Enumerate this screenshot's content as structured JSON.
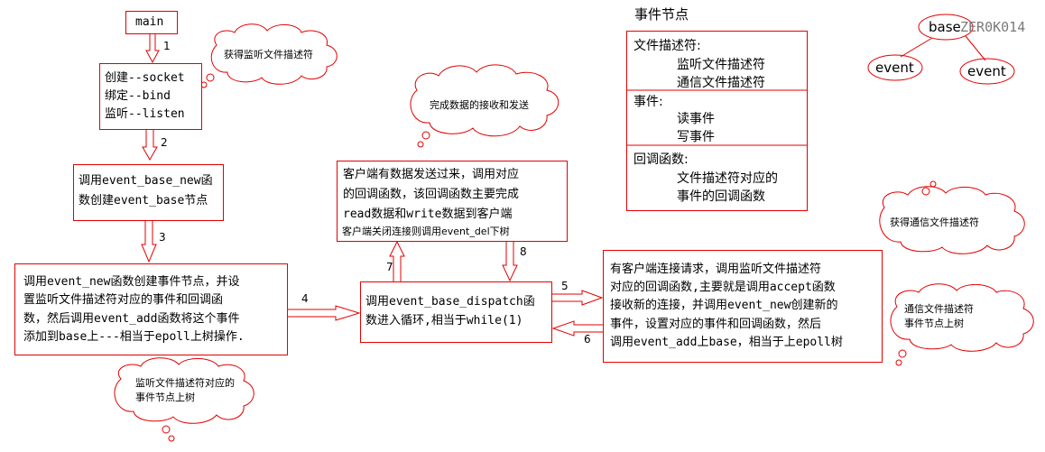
{
  "colors": {
    "stroke": "#e30000",
    "text": "#000000",
    "watermark": "#7a7a7a"
  },
  "main_box": "main",
  "socket_box": [
    "创建--socket",
    "绑定--bind",
    "监听--listen"
  ],
  "base_new_box": [
    "调用event_base_new函",
    "数创建event_base节点"
  ],
  "event_new_box": [
    "调用event_new函数创建事件节点，并设",
    "置监听文件描述符对应的事件和回调函",
    "数，然后调用event_add函数将这个事件",
    "添加到base上---相当于epoll上树操作."
  ],
  "dispatch_box": [
    "调用event_base_dispatch函",
    "数进入循环,相当于while(1)"
  ],
  "client_data_box": [
    "客户端有数据发送过来，调用对应",
    "的回调函数，该回调函数主要完成",
    "read数据和write数据到客户端"
  ],
  "client_close_text": "客户端关闭连接则调用event_del下树",
  "accept_box": [
    "有客户端连接请求，调用监听文件描述符",
    "对应的回调函数,主要就是调用accept函数",
    "接收新的连接，并调用event_new创建新的",
    "事件，设置对应的事件和回调函数，然后",
    "调用event_add上base，相当于上epoll树"
  ],
  "event_node_title": "事件节点",
  "event_node_table": {
    "fd_label": "文件描述符:",
    "fd_items": [
      "监听文件描述符",
      "通信文件描述符"
    ],
    "event_label": "事件:",
    "event_items": [
      "读事件",
      "写事件"
    ],
    "callback_label": "回调函数:",
    "callback_items": [
      "文件描述符对应的",
      "事件的回调函数"
    ]
  },
  "tree": {
    "root": "base",
    "left": "event",
    "right": "event"
  },
  "watermark": "ZER0K014",
  "clouds": {
    "get_listen_fd": "获得监听文件描述符",
    "recv_send": "完成数据的接收和发送",
    "listen_fd_node": [
      "监听文件描述符对应的",
      "事件节点上树"
    ],
    "get_comm_fd": "获得通信文件描述符",
    "comm_fd_node": [
      "通信文件描述符",
      "事件节点上树"
    ]
  },
  "step_labels": [
    "1",
    "2",
    "3",
    "4",
    "5",
    "6",
    "7",
    "8"
  ]
}
